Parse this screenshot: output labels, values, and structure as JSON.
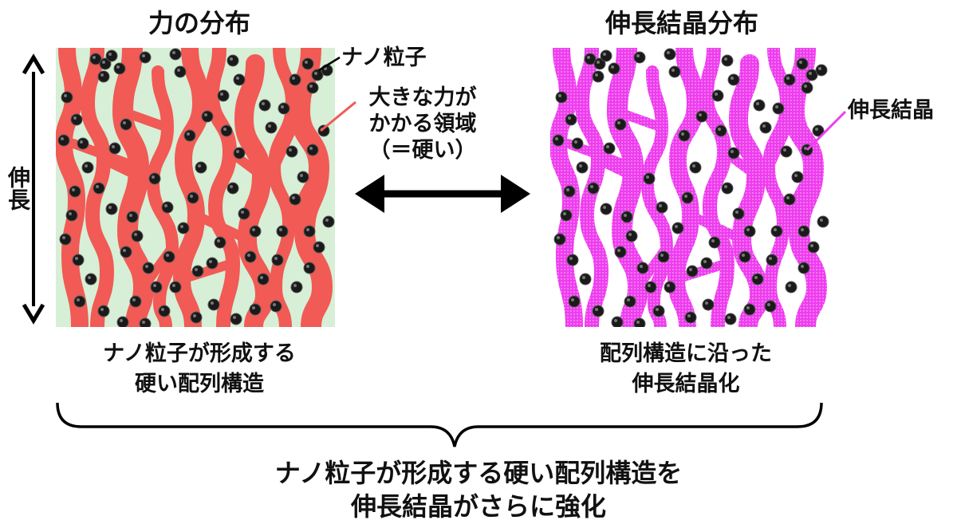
{
  "panels": {
    "left": {
      "title": "力の分布",
      "caption": [
        "ナノ粒子が形成する",
        "硬い配列構造"
      ],
      "colors": {
        "background": "#d6efd6",
        "region": "#f15a55"
      }
    },
    "right": {
      "title": "伸長結晶分布",
      "caption": [
        "配列構造に沿った",
        "伸長結晶化"
      ],
      "colors": {
        "background": "#ffffff",
        "region": "#ee3dee"
      }
    }
  },
  "labels": {
    "nanoparticle": "ナノ粒子",
    "high_force": [
      "大きな力が",
      "かかる領域",
      "（＝硬い）"
    ],
    "elongated_crystal": "伸長結晶",
    "stretch": "伸長"
  },
  "conclusion": [
    "ナノ粒子が形成する硬い配列構造を",
    "伸長結晶がさらに強化"
  ],
  "colors": {
    "particle": "#1a1a1a",
    "arrow": "#000000"
  }
}
